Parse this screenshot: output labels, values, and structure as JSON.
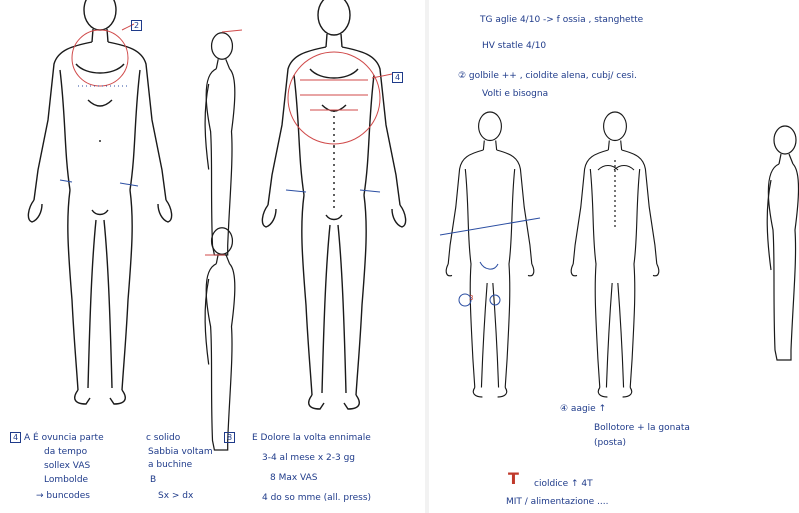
{
  "sheet": {
    "marks": {
      "head_front": "2",
      "shoulders_back": "4",
      "groin_circle": "3",
      "box_left": "4",
      "box_mid": "8"
    },
    "notes_top_right": {
      "line1": "TG  aglie  4/10   -> f  ossia , stanghette",
      "line2": "HV  statle  4/10",
      "line3": "②  golbile  ++ , cioldite  alena,  cubj/ cesi.",
      "line4": "Volti  e  bisogna"
    },
    "notes_mid_right": {
      "line1": "④  aagie  ↑",
      "line2": "Bollotore  +  la  gonata",
      "line3": "(posta)"
    },
    "notes_bottom_right": {
      "cross": "T",
      "line1": "cioldice  ↑  4T",
      "line2": "MIT  /  alimentazione  ...."
    },
    "notes_bottom_left": {
      "col1": [
        "A  É  ovuncia  parte",
        "da  tempo",
        "sollex  VAS",
        "Lombolde",
        "→  buncodes"
      ],
      "col2": [
        "c  solido",
        "Sabbia  voltam",
        "a  buchine",
        "B",
        "Sx > dx"
      ],
      "col3": [
        "E  Dolore  la  volta  ennimale",
        "3-4  al  mese  x  2-3 gg",
        "8  Max VAS",
        "4  do  so  mme  (all. press)"
      ]
    }
  }
}
